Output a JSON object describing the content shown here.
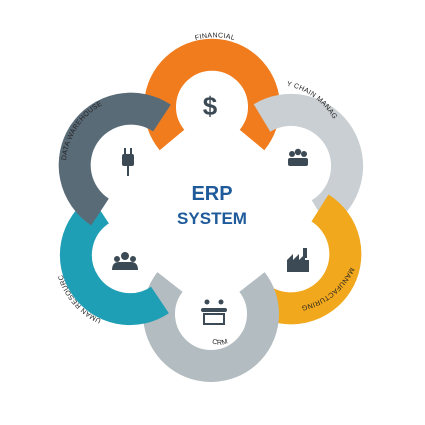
{
  "center": {
    "line1": "ERP",
    "line2": "SYSTEM"
  },
  "modules": [
    {
      "label": "FINANCIAL",
      "icon": "dollar-icon",
      "color": "#f07c1e"
    },
    {
      "label": "SUPPLY CHAIN MANAGEMENT",
      "icon": "people-icon",
      "color": "#c9cfd2"
    },
    {
      "label": "MANUFACTURING",
      "icon": "factory-icon",
      "color": "#f2a81d"
    },
    {
      "label": "CRM",
      "icon": "handshake-icon",
      "color": "#b3bcc0"
    },
    {
      "label": "HUMAN RESOURCE",
      "icon": "team-icon",
      "color": "#1f9fb5"
    },
    {
      "label": "DATA WAREHOUSE",
      "icon": "plug-icon",
      "color": "#5a6b78"
    }
  ],
  "colors": {
    "title": "#1f5a9a",
    "icon": "#3c4a55"
  }
}
